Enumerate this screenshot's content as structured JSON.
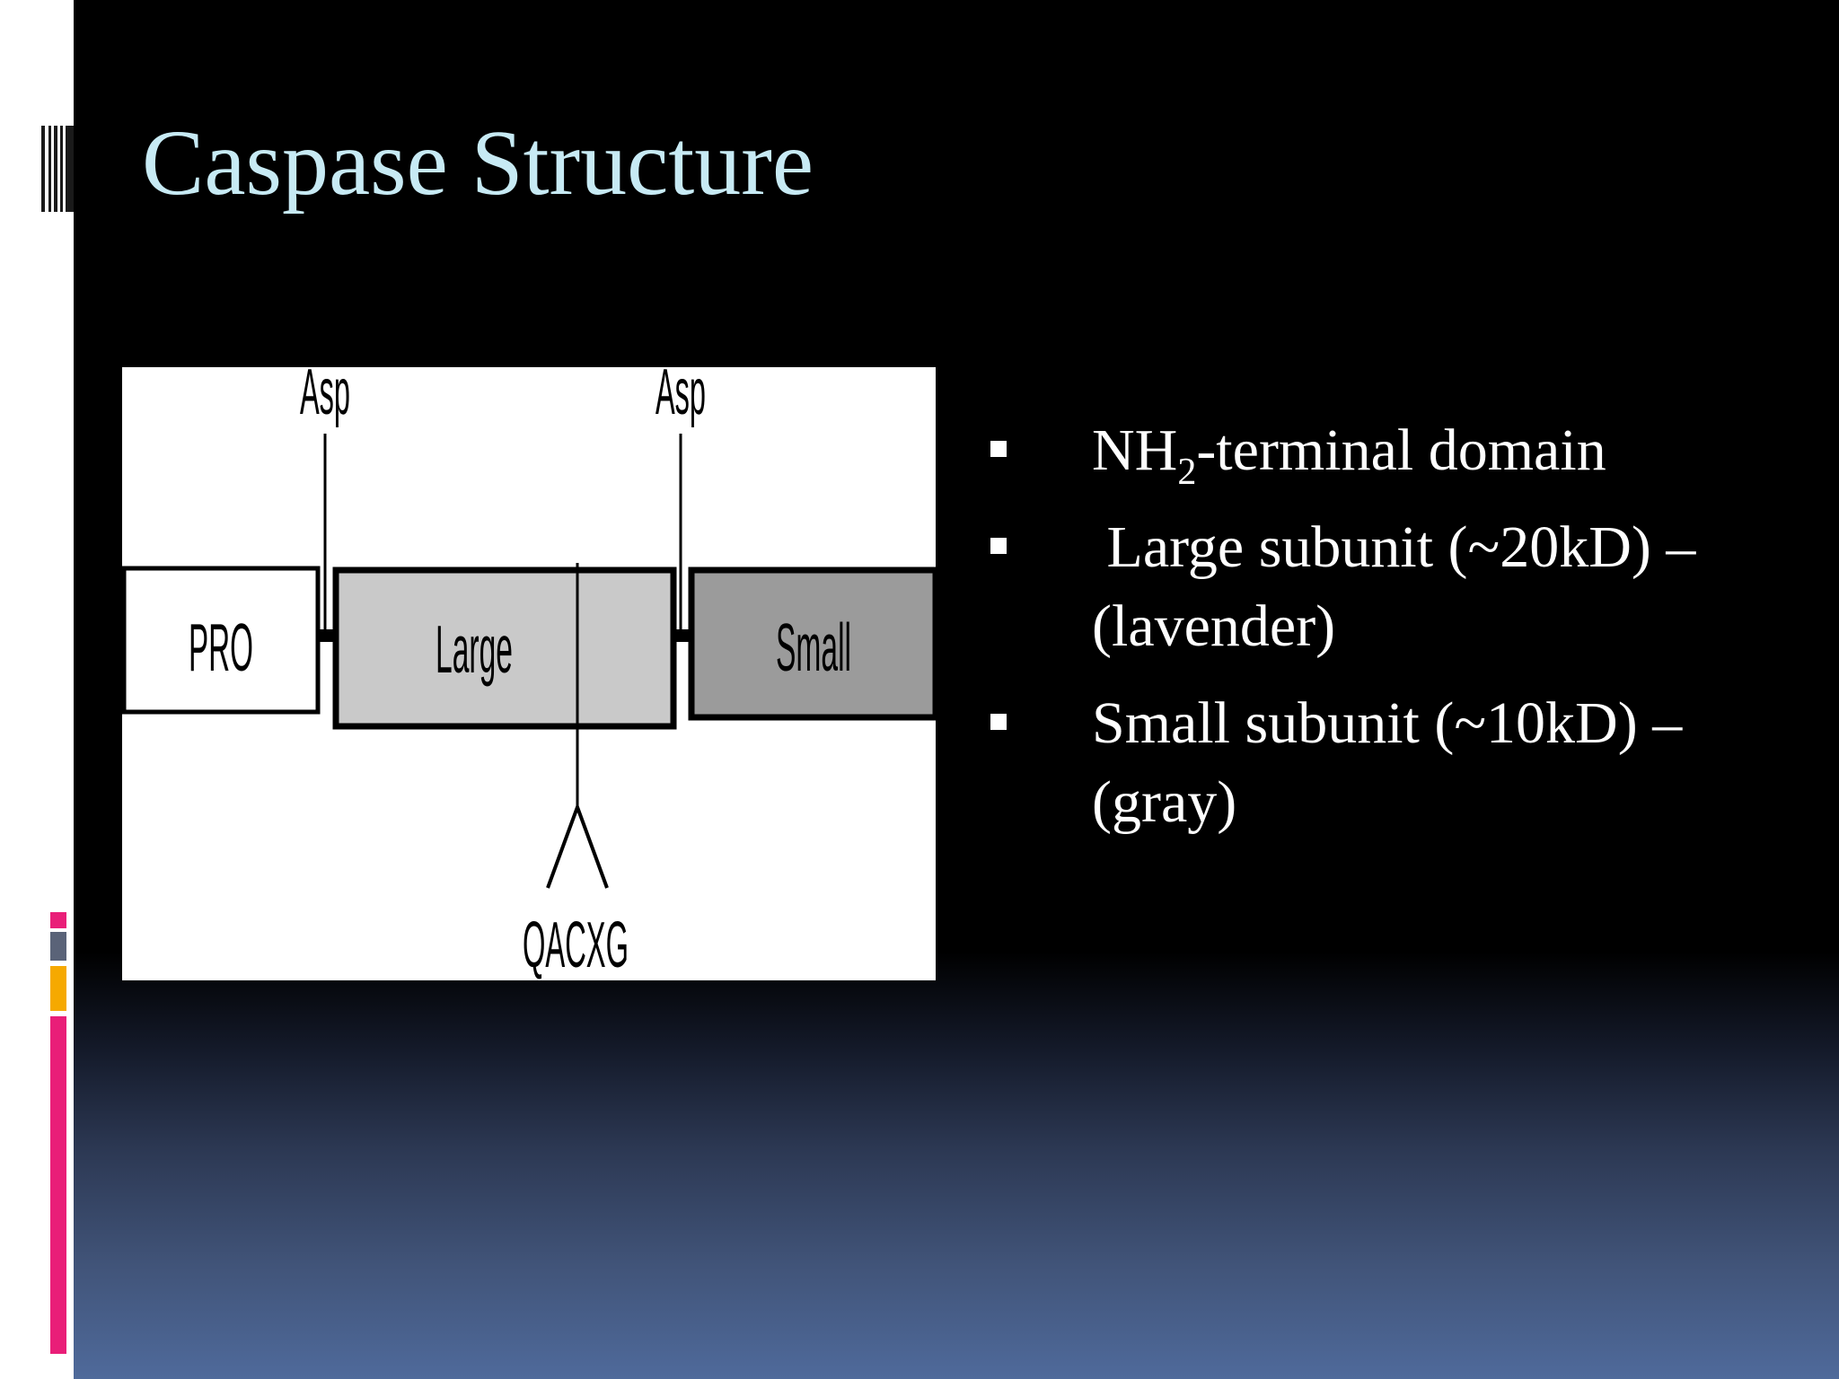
{
  "slide": {
    "title": "Caspase Structure"
  },
  "diagram": {
    "segments": [
      {
        "label": "PRO"
      },
      {
        "label": "Large"
      },
      {
        "label": "Small"
      }
    ],
    "cleavage_sites": [
      {
        "label": "Asp"
      },
      {
        "label": "Asp"
      }
    ],
    "active_site_label": "QACXG"
  },
  "bullets": [
    {
      "pre": "NH",
      "sub": "2",
      "post": "-terminal domain"
    },
    {
      "text": " Large subunit (~20kD) – (lavender)"
    },
    {
      "text": "Small subunit (~10kD) – (gray)"
    }
  ],
  "colors": {
    "title": "#c7eaf4",
    "accent_pink": "#e91e78",
    "accent_orange": "#f6a900",
    "accent_slate": "#5a6378",
    "pro_fill": "#ffffff",
    "large_fill": "#c9c9c9",
    "small_fill": "#9b9b9b"
  }
}
